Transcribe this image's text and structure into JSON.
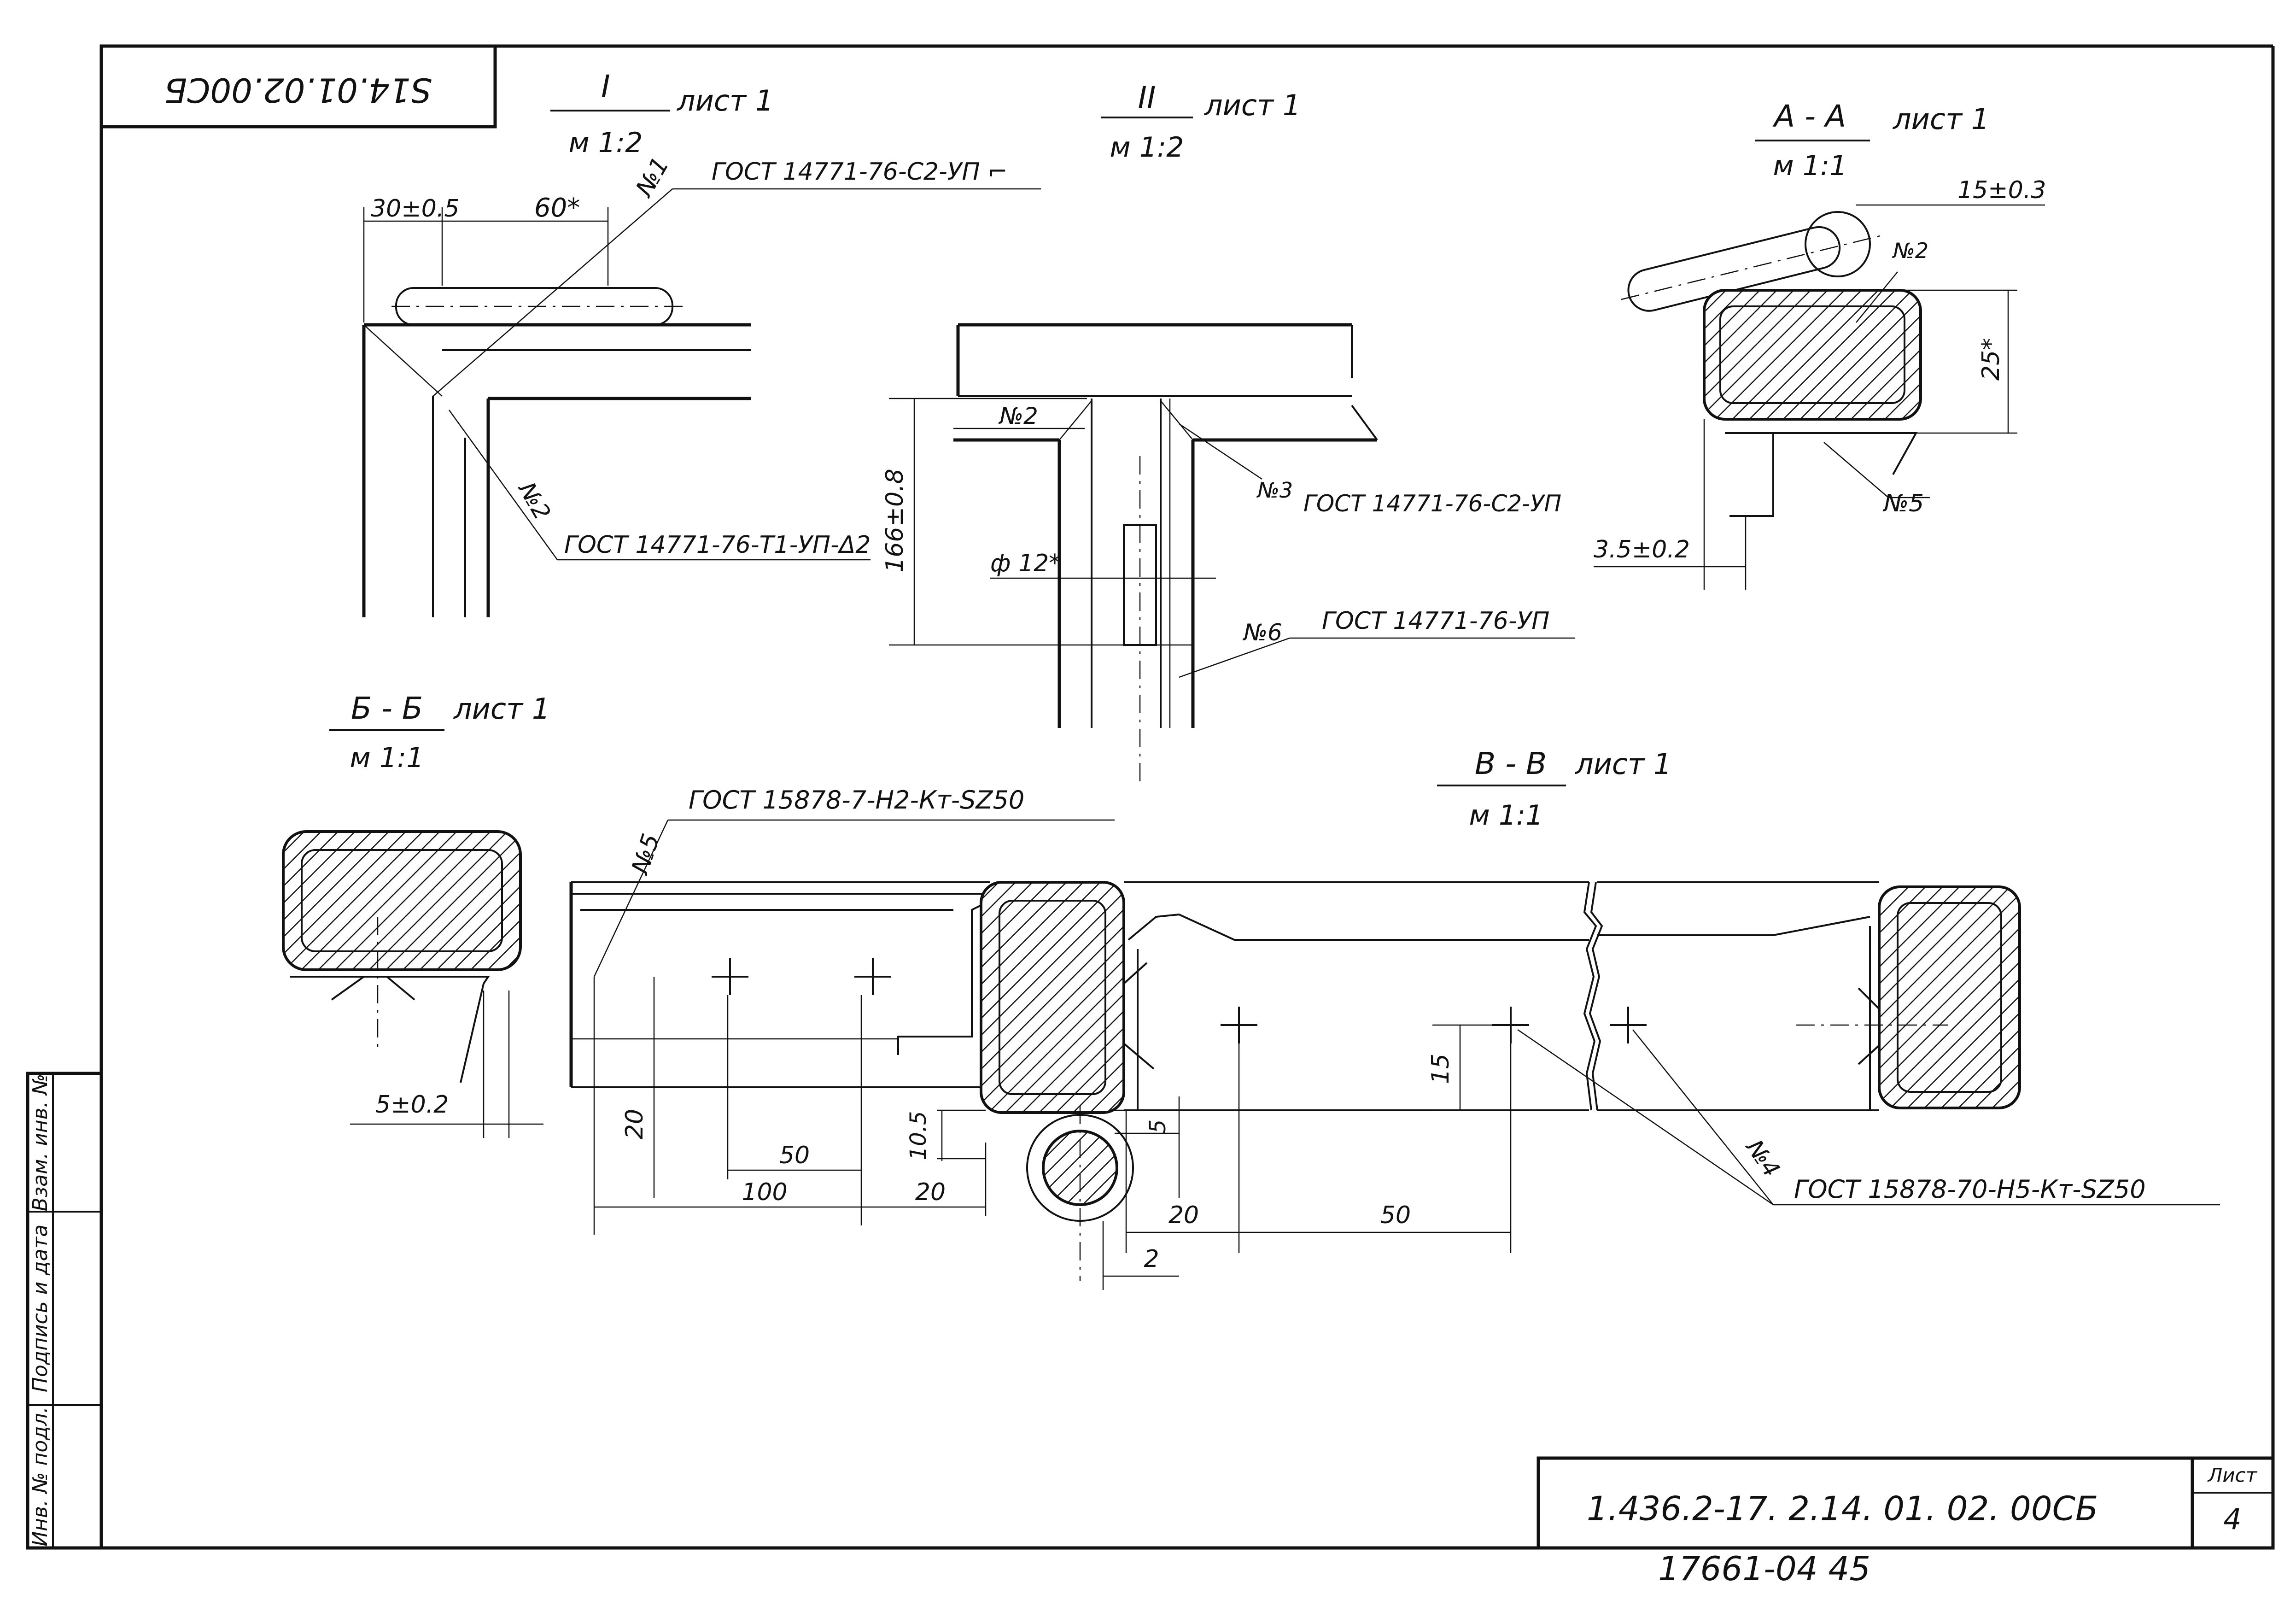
{
  "drawing": {
    "corner_number": "S14.01.02.00СБ",
    "document_code": "1.436.2-17. 2.14. 01. 02. 00СБ",
    "sheet_label": "Лист",
    "sheet_number": "4",
    "archive_number": "17661-04   45"
  },
  "stamp": {
    "cells": [
      "Инв. № подл.",
      "Подпись и дата",
      "Взам. инв. №"
    ]
  },
  "views": {
    "v1": {
      "title": "I",
      "sheet_ref": "лист 1",
      "scale": "м 1:2"
    },
    "v2": {
      "title": "II",
      "sheet_ref": "лист 1",
      "scale": "м 1:2"
    },
    "aa": {
      "title": "А - А",
      "sheet_ref": "лист 1",
      "scale": "м 1:1"
    },
    "bb": {
      "title": "Б - Б",
      "sheet_ref": "лист 1",
      "scale": "м 1:1"
    },
    "vv": {
      "title": "В - В",
      "sheet_ref": "лист 1",
      "scale": "м 1:1"
    }
  },
  "annotations": {
    "v1_weld_top": "ГОСТ 14771-76-С2-УП ⌐",
    "v1_weld_bottom": "ГОСТ 14771-76-Т1-УП-Δ2",
    "v1_dim_a": "30±0.5",
    "v1_dim_b": "60*",
    "v1_part1": "№1",
    "v1_part2": "№2",
    "v2_weld_c2": "ГОСТ 14771-76-С2-УП",
    "v2_weld_up": "ГОСТ 14771-76-УП",
    "v2_part2": "№2",
    "v2_part3": "№3",
    "v2_part6": "№6",
    "v2_dim_h": "166±0.8",
    "v2_dim_d": "ф 12*",
    "aa_dim_w": "15±0.3",
    "aa_dim_h": "25*",
    "aa_dim_s": "3.5±0.2",
    "aa_part2": "№2",
    "aa_part5": "№5",
    "bb_dim": "5±0.2",
    "vv_gost_top": "ГОСТ 15878-7-Н2-Кт-SZ50",
    "vv_gost_bottom": "ГОСТ 15878-70-Н5-Кт-SZ50",
    "vv_part5": "№5",
    "vv_part4": "№4",
    "vv_dim_20a": "20",
    "vv_dim_50a": "50",
    "vv_dim_100": "100",
    "vv_dim_20b": "20",
    "vv_dim_105": "10.5",
    "vv_dim_5": "5",
    "vv_dim_20c": "20",
    "vv_dim_50b": "50",
    "vv_dim_2": "2",
    "vv_dim_15": "15"
  }
}
